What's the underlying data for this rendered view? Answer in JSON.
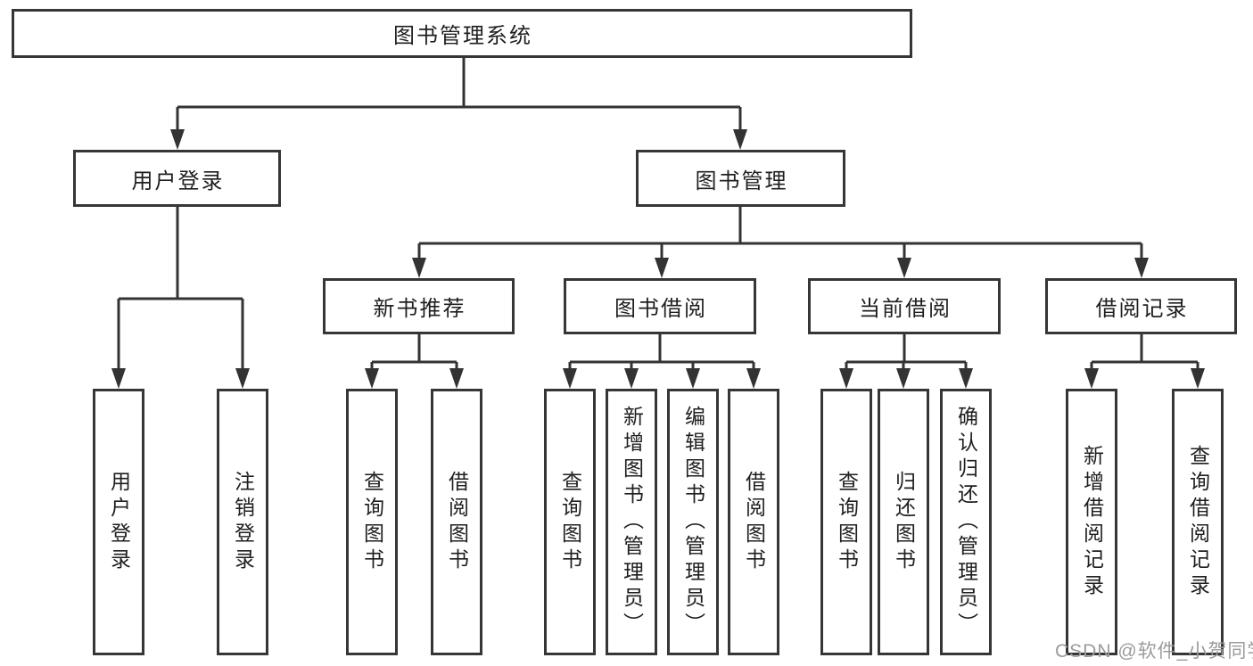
{
  "diagram_title": "图书管理系统",
  "tree": {
    "label": "图书管理系统",
    "children": [
      {
        "label": "用户登录",
        "children": [
          {
            "label": "用户登录"
          },
          {
            "label": "注销登录"
          }
        ]
      },
      {
        "label": "图书管理",
        "children": [
          {
            "label": "新书推荐",
            "children": [
              {
                "label": "查询图书"
              },
              {
                "label": "借阅图书"
              }
            ]
          },
          {
            "label": "图书借阅",
            "children": [
              {
                "label": "查询图书"
              },
              {
                "label": "新增图书（管理员）"
              },
              {
                "label": "编辑图书（管理员）"
              },
              {
                "label": "借阅图书"
              }
            ]
          },
          {
            "label": "当前借阅",
            "children": [
              {
                "label": "查询图书"
              },
              {
                "label": "归还图书"
              },
              {
                "label": "确认归还（管理员）"
              }
            ]
          },
          {
            "label": "借阅记录",
            "children": [
              {
                "label": "新增借阅记录"
              },
              {
                "label": "查询借阅记录"
              }
            ]
          }
        ]
      }
    ]
  },
  "watermark": {
    "text": "CSDN @软件_小贺同学"
  },
  "colors": {
    "line": "#333333",
    "box_border": "#363636",
    "text": "#1f1f1f",
    "background": "#ffffff",
    "watermark": "#9b9b9b"
  }
}
